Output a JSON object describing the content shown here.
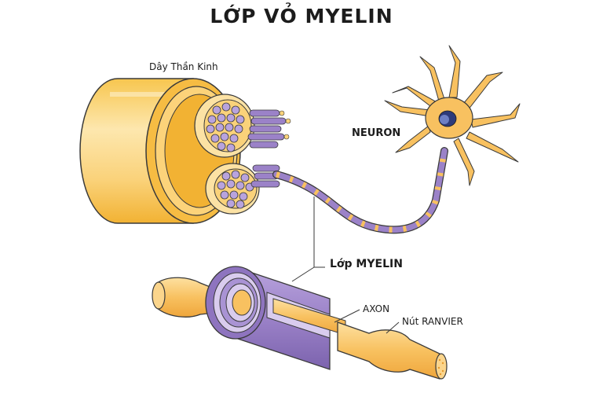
{
  "title": "LỚP VỎ MYELIN",
  "labels": {
    "nerve": "Dây Thần Kinh",
    "neuron": "NEURON",
    "myelin": "Lớp MYELIN",
    "axon": "AXON",
    "node_of_ranvier": "Nút RANVIER"
  },
  "colors": {
    "nerve_outer": "#FCD37A",
    "nerve_dark": "#F2B233",
    "myelin_purple": "#9B82C8",
    "myelin_light": "#D9CCEE",
    "axon_orange": "#F8C160",
    "outline": "#3A3A3A"
  }
}
